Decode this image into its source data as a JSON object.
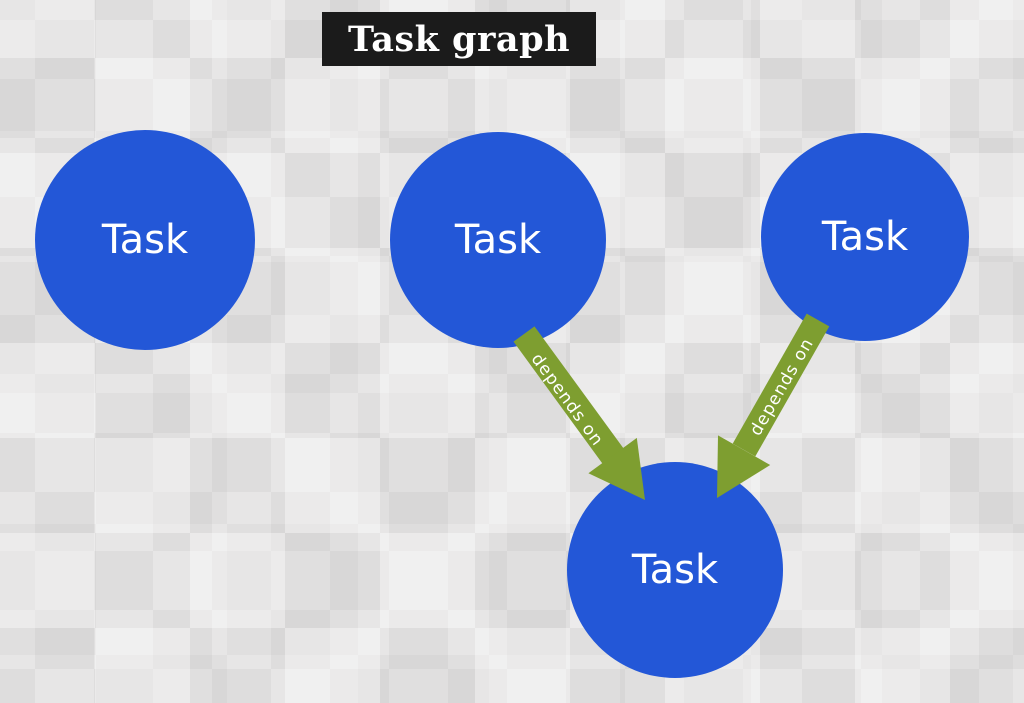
{
  "title": "Task graph",
  "colors": {
    "node_fill": "#2357d7",
    "node_text": "#ffffff",
    "arrow_green": "#7e9e30",
    "title_bg": "#1b1b1b",
    "title_text": "#ffffff",
    "background": "#e2e1e1"
  },
  "nodes": [
    {
      "id": "task-top-left",
      "label": "Task"
    },
    {
      "id": "task-top-middle",
      "label": "Task"
    },
    {
      "id": "task-top-right",
      "label": "Task"
    },
    {
      "id": "task-bottom",
      "label": "Task"
    }
  ],
  "edges": [
    {
      "from": "task-top-middle",
      "to": "task-bottom",
      "label": "depends on"
    },
    {
      "from": "task-top-right",
      "to": "task-bottom",
      "label": "depends on"
    }
  ]
}
